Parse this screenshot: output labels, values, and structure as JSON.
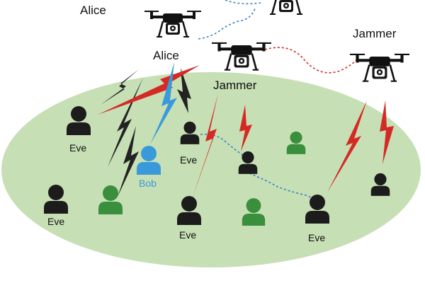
{
  "labels": {
    "alice_top": "Alice",
    "alice_main": "Alice",
    "jammer_mid": "Jammer",
    "jammer_right": "Jammer",
    "bob": "Bob",
    "eve_1": "Eve",
    "eve_2": "Eve",
    "eve_3": "Eve",
    "eve_4": "Eve",
    "eve_5": "Eve"
  },
  "colors": {
    "ground": "#c7dfb5",
    "ground_edge": "#bcd8a7",
    "eve": "#1c1c1c",
    "bob": "#3a9ad9",
    "legit_user": "#3a8f3c",
    "jam_link": "#d42a25",
    "alice_link": "#222222",
    "bob_link": "#3a9ad9",
    "jammer_trajectory": "#d42a25",
    "alice_trajectory": "#3a82c4"
  },
  "icons": {
    "drone": "drone-icon",
    "eavesdropper": "person-icon",
    "receiver": "person-icon",
    "signal": "lightning-bolt-icon"
  }
}
